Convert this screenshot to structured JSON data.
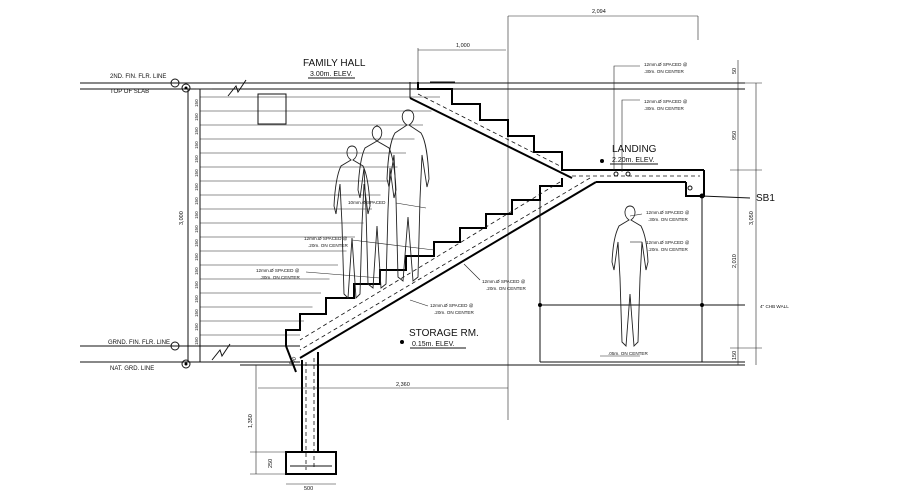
{
  "levels": {
    "second_floor": "2ND. FIN. FLR. LINE",
    "top_of_slab": "TOP OF SLAB",
    "ground_floor": "GRND. FIN. FLR. LINE",
    "natural_grade": "NAT. GRD. LINE"
  },
  "rooms": {
    "family_hall": "FAMILY HALL",
    "family_hall_elev": "3.00m. ELEV.",
    "landing": "LANDING",
    "landing_elev": "2.20m. ELEV.",
    "storage": "STORAGE RM.",
    "storage_elev": "0.15m. ELEV."
  },
  "dimensions": {
    "top_overall": "2,094",
    "top_flight": "1,000",
    "left_total": "3,000",
    "bottom_run": "2,360",
    "footing_depth": "1,350",
    "footing_height": "250",
    "footing_width": "500",
    "right_total": "3,050",
    "right_upper": "950",
    "right_middle": "2,010",
    "right_top_small": "50",
    "right_bottom_small": "150",
    "base_offset": "150"
  },
  "left_riser_labels": [
    "150",
    "150",
    "150",
    "150",
    "150",
    "150",
    "150",
    "150",
    "150",
    "150",
    "150",
    "150",
    "150",
    "150",
    "150",
    "150",
    "150",
    "150"
  ],
  "rebar_notes": {
    "n1": "12mm.Ø SPACED @",
    "n1b": ".30m. ON CENTER",
    "n2": "12mm.Ø SPACED @",
    "n2b": ".30m. ON CENTER",
    "n3": "10mm.Ø SPACED",
    "n4": "12mm.Ø SPACED @",
    "n4b": ".20m. ON CENTER",
    "n5": "12mm.Ø SPACED @",
    "n5b": ".30m. ON CENTER",
    "n6": "12mm.Ø SPACED @",
    "n6b": ".20m. ON CENTER",
    "n7": "12mm.Ø SPACED @",
    "n7b": ".20m. ON CENTER",
    "n8": "12mm.Ø SPACED @",
    "n8b": ".30m. ON CENTER",
    "n9": "12mm.Ø SPACED @",
    "n9b": ".20m. ON CENTER",
    "bottom_note": ".05m. ON CENTER",
    "wall": "4\" CHB WALL",
    "section_mark": "SB1"
  }
}
